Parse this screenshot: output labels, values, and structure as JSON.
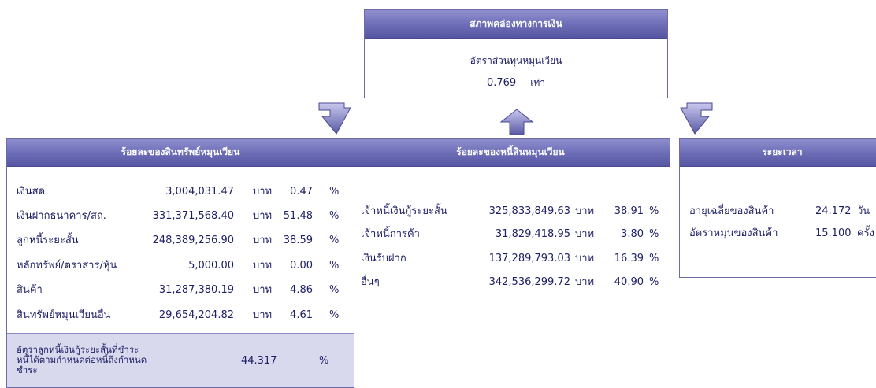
{
  "center": {
    "title": "สภาพคล่องทางการเงิน",
    "label": "อัตราส่วนทุนหมุนเวียน",
    "value": "0.769",
    "unit": "เท่า"
  },
  "left": {
    "title": "ร้อยละของสินทรัพย์หมุนเวียน",
    "rows": [
      {
        "label": "เงินสด",
        "amount": "3,004,031.47",
        "unit": "บาท",
        "pct": "0.47",
        "sign": "%"
      },
      {
        "label": "เงินฝากธนาคาร/สถ.",
        "amount": "331,371,568.40",
        "unit": "บาท",
        "pct": "51.48",
        "sign": "%"
      },
      {
        "label": "ลูกหนี้ระยะสั้น",
        "amount": "248,389,256.90",
        "unit": "บาท",
        "pct": "38.59",
        "sign": "%"
      },
      {
        "label": "หลักทรัพย์/ตราสาร/หุ้น",
        "amount": "5,000.00",
        "unit": "บาท",
        "pct": "0.00",
        "sign": "%"
      },
      {
        "label": "สินค้า",
        "amount": "31,287,380.19",
        "unit": "บาท",
        "pct": "4.86",
        "sign": "%"
      },
      {
        "label": "สินทรัพย์หมุนเวียนอื่น",
        "amount": "29,654,204.82",
        "unit": "บาท",
        "pct": "4.61",
        "sign": "%"
      }
    ],
    "footer": {
      "label": "อัตราลูกหนี้เงินกู้ระยะสั้นที่ชำระหนี้ได้ตามกำหนดต่อหนี้ถึงกำหนดชำระ",
      "value": "44.317",
      "sign": "%"
    }
  },
  "middle": {
    "title": "ร้อยละของหนี้สินหมุนเวียน",
    "rows": [
      {
        "label": "เจ้าหนี้เงินกู้ระยะสั้น",
        "amount": "325,833,849.63",
        "unit": "บาท",
        "pct": "38.91",
        "sign": "%"
      },
      {
        "label": "เจ้าหนี้การค้า",
        "amount": "31,829,418.95",
        "unit": "บาท",
        "pct": "3.80",
        "sign": "%"
      },
      {
        "label": "เงินรับฝาก",
        "amount": "137,289,793.03",
        "unit": "บาท",
        "pct": "16.39",
        "sign": "%"
      },
      {
        "label": "อื่นๆ",
        "amount": "342,536,299.72",
        "unit": "บาท",
        "pct": "40.90",
        "sign": "%"
      }
    ]
  },
  "right": {
    "title": "ระยะเวลา",
    "rows": [
      {
        "label": "อายุเฉลี่ยของสินค้า",
        "value": "24.172",
        "unit": "วัน"
      },
      {
        "label": "อัตราหมุนของสินค้า",
        "value": "15.100",
        "unit": "ครั้ง"
      }
    ]
  },
  "colors": {
    "header": "#6c6cb6",
    "text": "#1e1e66",
    "footer_bg": "#d9d9ee",
    "border": "#6b6baa"
  }
}
